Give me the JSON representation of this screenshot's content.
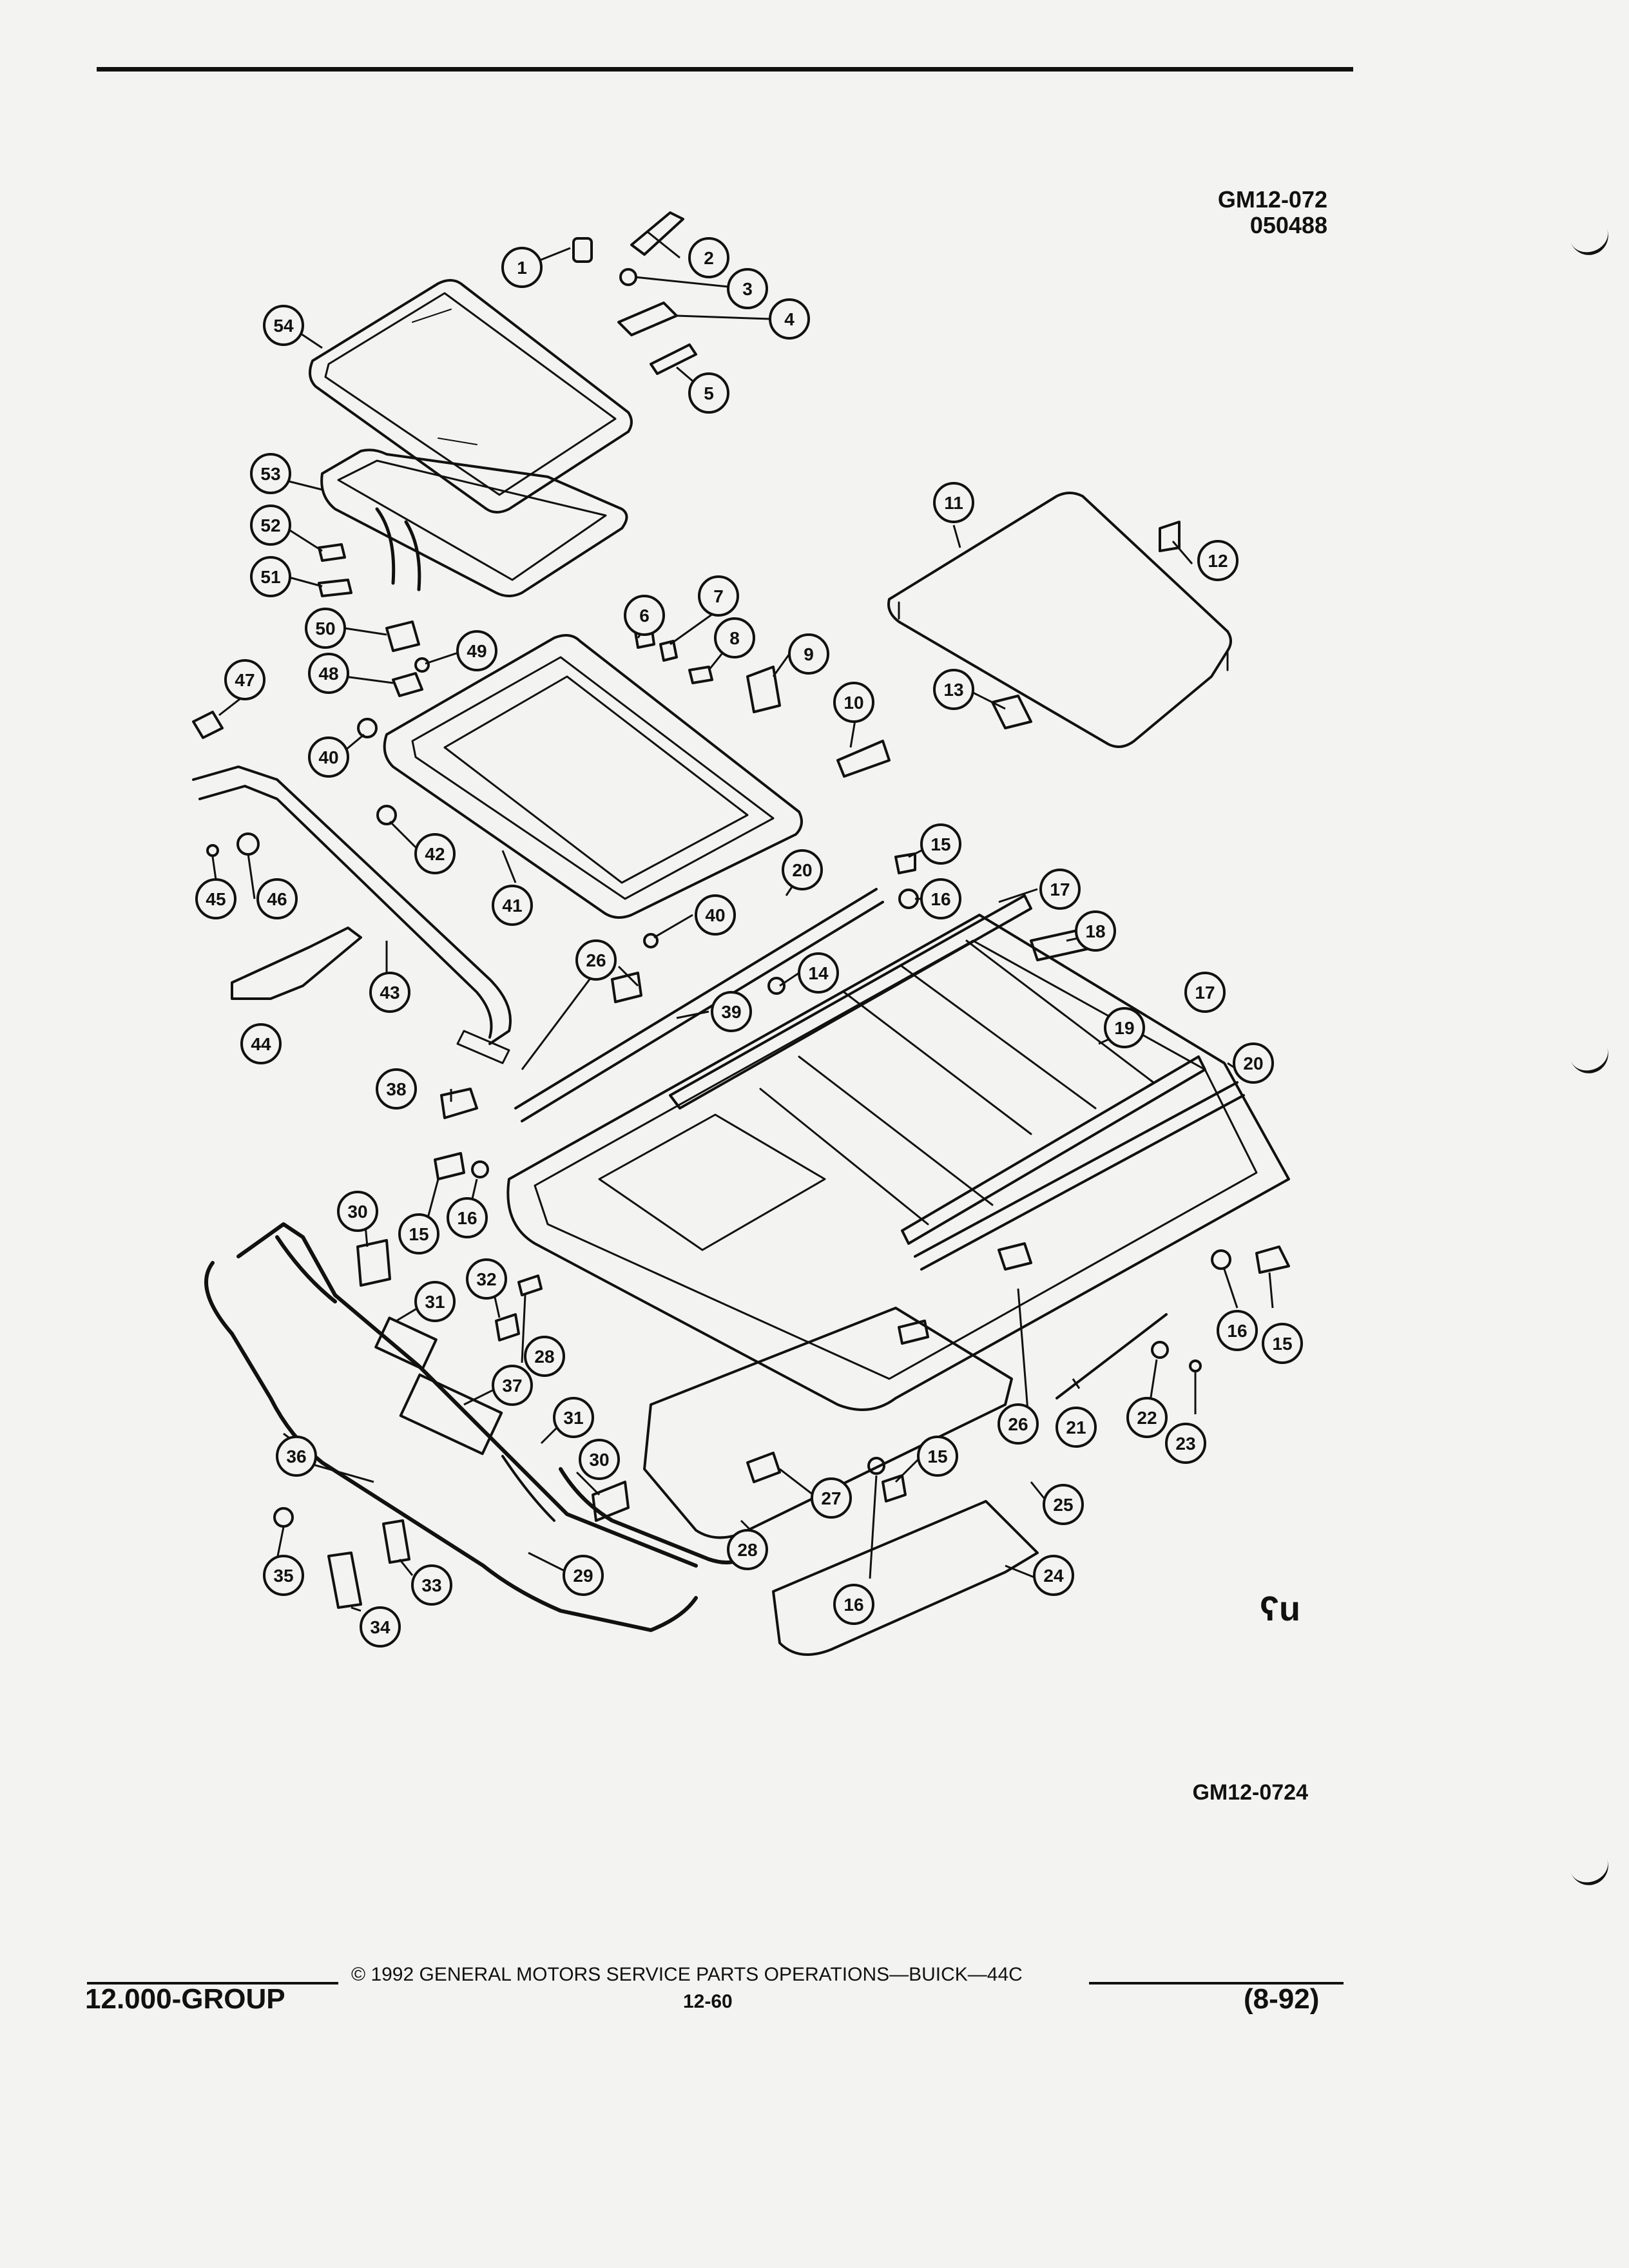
{
  "header": {
    "drawing_code": "GM12-072",
    "drawing_code_2": "050488"
  },
  "diagram": {
    "figure_code": "GM12-0724",
    "mark": "ʕu",
    "callouts": [
      {
        "n": "1"
      },
      {
        "n": "2"
      },
      {
        "n": "3"
      },
      {
        "n": "4"
      },
      {
        "n": "5"
      },
      {
        "n": "54"
      },
      {
        "n": "53"
      },
      {
        "n": "52"
      },
      {
        "n": "51"
      },
      {
        "n": "50"
      },
      {
        "n": "49"
      },
      {
        "n": "48"
      },
      {
        "n": "47"
      },
      {
        "n": "40"
      },
      {
        "n": "6"
      },
      {
        "n": "7"
      },
      {
        "n": "8"
      },
      {
        "n": "9"
      },
      {
        "n": "10"
      },
      {
        "n": "11"
      },
      {
        "n": "12"
      },
      {
        "n": "13"
      },
      {
        "n": "42"
      },
      {
        "n": "41"
      },
      {
        "n": "45"
      },
      {
        "n": "46"
      },
      {
        "n": "43"
      },
      {
        "n": "44"
      },
      {
        "n": "40"
      },
      {
        "n": "20"
      },
      {
        "n": "15"
      },
      {
        "n": "16"
      },
      {
        "n": "17"
      },
      {
        "n": "18"
      },
      {
        "n": "26"
      },
      {
        "n": "14"
      },
      {
        "n": "39"
      },
      {
        "n": "17"
      },
      {
        "n": "19"
      },
      {
        "n": "20"
      },
      {
        "n": "38"
      },
      {
        "n": "15"
      },
      {
        "n": "16"
      },
      {
        "n": "30"
      },
      {
        "n": "32"
      },
      {
        "n": "31"
      },
      {
        "n": "28"
      },
      {
        "n": "37"
      },
      {
        "n": "31"
      },
      {
        "n": "36"
      },
      {
        "n": "30"
      },
      {
        "n": "29"
      },
      {
        "n": "35"
      },
      {
        "n": "33"
      },
      {
        "n": "34"
      },
      {
        "n": "16"
      },
      {
        "n": "15"
      },
      {
        "n": "21"
      },
      {
        "n": "22"
      },
      {
        "n": "23"
      },
      {
        "n": "26"
      },
      {
        "n": "15"
      },
      {
        "n": "25"
      },
      {
        "n": "27"
      },
      {
        "n": "28"
      },
      {
        "n": "16"
      },
      {
        "n": "24"
      }
    ]
  },
  "footer": {
    "copyright": "©  1992  GENERAL MOTORS SERVICE PARTS OPERATIONS—BUICK—44C",
    "group": "12.000-GROUP",
    "page": "12-60",
    "edition": "(8-92)"
  }
}
